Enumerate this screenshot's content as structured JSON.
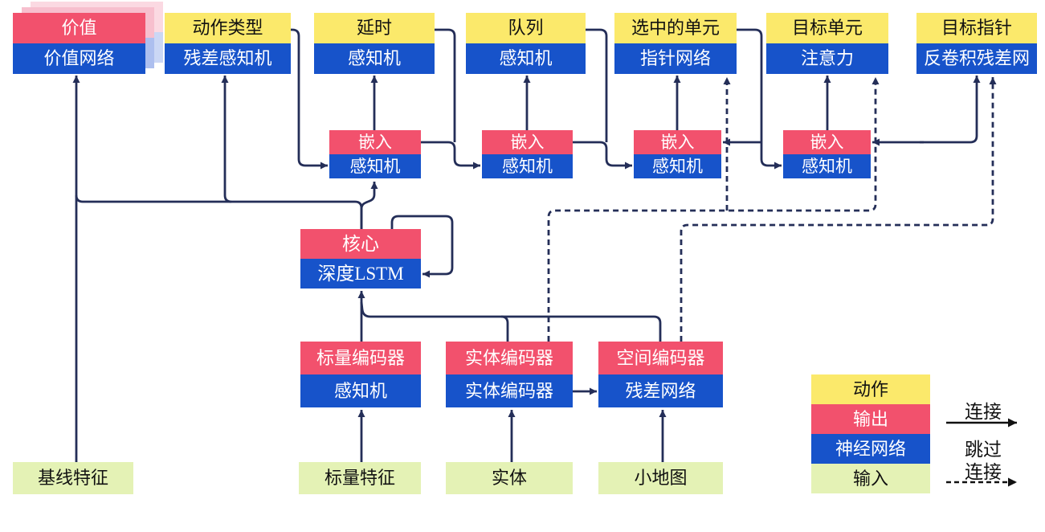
{
  "boxes": {
    "value": {
      "top": "价值",
      "bottom": "价值网络"
    },
    "action_type": {
      "top": "动作类型",
      "bottom": "残差感知机"
    },
    "delay": {
      "top": "延时",
      "bottom": "感知机"
    },
    "queue": {
      "top": "队列",
      "bottom": "感知机"
    },
    "selected_units": {
      "top": "选中的单元",
      "bottom": "指针网络"
    },
    "target_unit": {
      "top": "目标单元",
      "bottom": "注意力"
    },
    "target_point": {
      "top": "目标指针",
      "bottom": "反卷积残差网"
    },
    "embed1": {
      "top": "嵌入",
      "bottom": "感知机"
    },
    "embed2": {
      "top": "嵌入",
      "bottom": "感知机"
    },
    "embed3": {
      "top": "嵌入",
      "bottom": "感知机"
    },
    "embed4": {
      "top": "嵌入",
      "bottom": "感知机"
    },
    "core": {
      "top": "核心",
      "bottom": "深度LSTM"
    },
    "scalar_encoder": {
      "top": "标量编码器",
      "bottom": "感知机"
    },
    "entity_encoder": {
      "top": "实体编码器",
      "bottom": "实体编码器"
    },
    "spatial_encoder": {
      "top": "空间编码器",
      "bottom": "残差网络"
    }
  },
  "inputs": {
    "baseline": "基线特征",
    "scalar": "标量特征",
    "entity": "实体",
    "minimap": "小地图"
  },
  "legend": {
    "action": "动作",
    "output": "输出",
    "network": "神经网络",
    "input": "输入",
    "connection": "连接",
    "skip_line1": "跳过",
    "skip_line2": "连接"
  },
  "colors": {
    "yellow": "#FBE96B",
    "pink": "#F2516D",
    "blue": "#1753CA",
    "green": "#E4F2B5",
    "line": "#242E58",
    "legend_arrow": "#111111",
    "shadow_pink_1": "#F7BFCE",
    "shadow_blue_1": "#ADBFEF",
    "shadow_pink_2": "#FBD9E2",
    "shadow_blue_2": "#CBD7F5"
  }
}
